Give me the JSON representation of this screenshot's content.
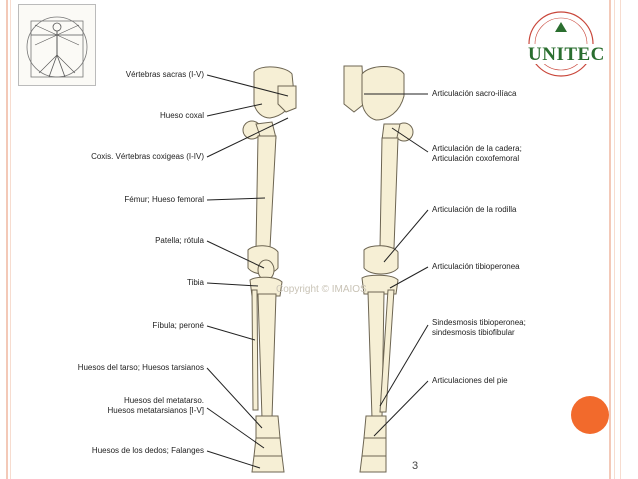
{
  "labels_left": [
    {
      "id": "vertebras-sacras",
      "text": "Vértebras sacras (I-V)"
    },
    {
      "id": "hueso-coxal",
      "text": "Hueso coxal"
    },
    {
      "id": "coxis",
      "text": "Coxis. Vértebras coxigeas (I-IV)"
    },
    {
      "id": "femur",
      "text": "Fémur; Hueso femoral"
    },
    {
      "id": "patella",
      "text": "Patella; rótula"
    },
    {
      "id": "tibia",
      "text": "Tibia"
    },
    {
      "id": "fibula",
      "text": "Fíbula; peroné"
    },
    {
      "id": "tarso",
      "text": "Huesos del tarso; Huesos tarsianos"
    },
    {
      "id": "metatarso1",
      "text": "Huesos del metatarso."
    },
    {
      "id": "metatarso2",
      "text": "Huesos metatarsianos [I-V]"
    },
    {
      "id": "dedos",
      "text": "Huesos de los dedos; Falanges"
    }
  ],
  "labels_right": [
    {
      "id": "sacro-iliaca",
      "text": "Articulación sacro-ilíaca"
    },
    {
      "id": "cadera1",
      "text": "Articulación de la cadera;"
    },
    {
      "id": "cadera2",
      "text": "Articulación coxofemoral"
    },
    {
      "id": "rodilla",
      "text": "Articulación de la rodilla"
    },
    {
      "id": "tibioperonea",
      "text": "Articulación tibioperonea"
    },
    {
      "id": "sindesmosis1",
      "text": "Sindesmosis tibioperonea;"
    },
    {
      "id": "sindesmosis2",
      "text": "sindesmosis tibiofibular"
    },
    {
      "id": "pie",
      "text": "Articulaciones del pie"
    }
  ],
  "logo": {
    "text": "UNITEC"
  },
  "watermark": "Copyright © IMAIOS",
  "page_number": "3",
  "colors": {
    "bone": "#f6efd5",
    "bone_stroke": "#6d6552",
    "accent": "#f26a2c",
    "logo_green": "#2a6e2f",
    "frame": "#f3c9b8"
  }
}
